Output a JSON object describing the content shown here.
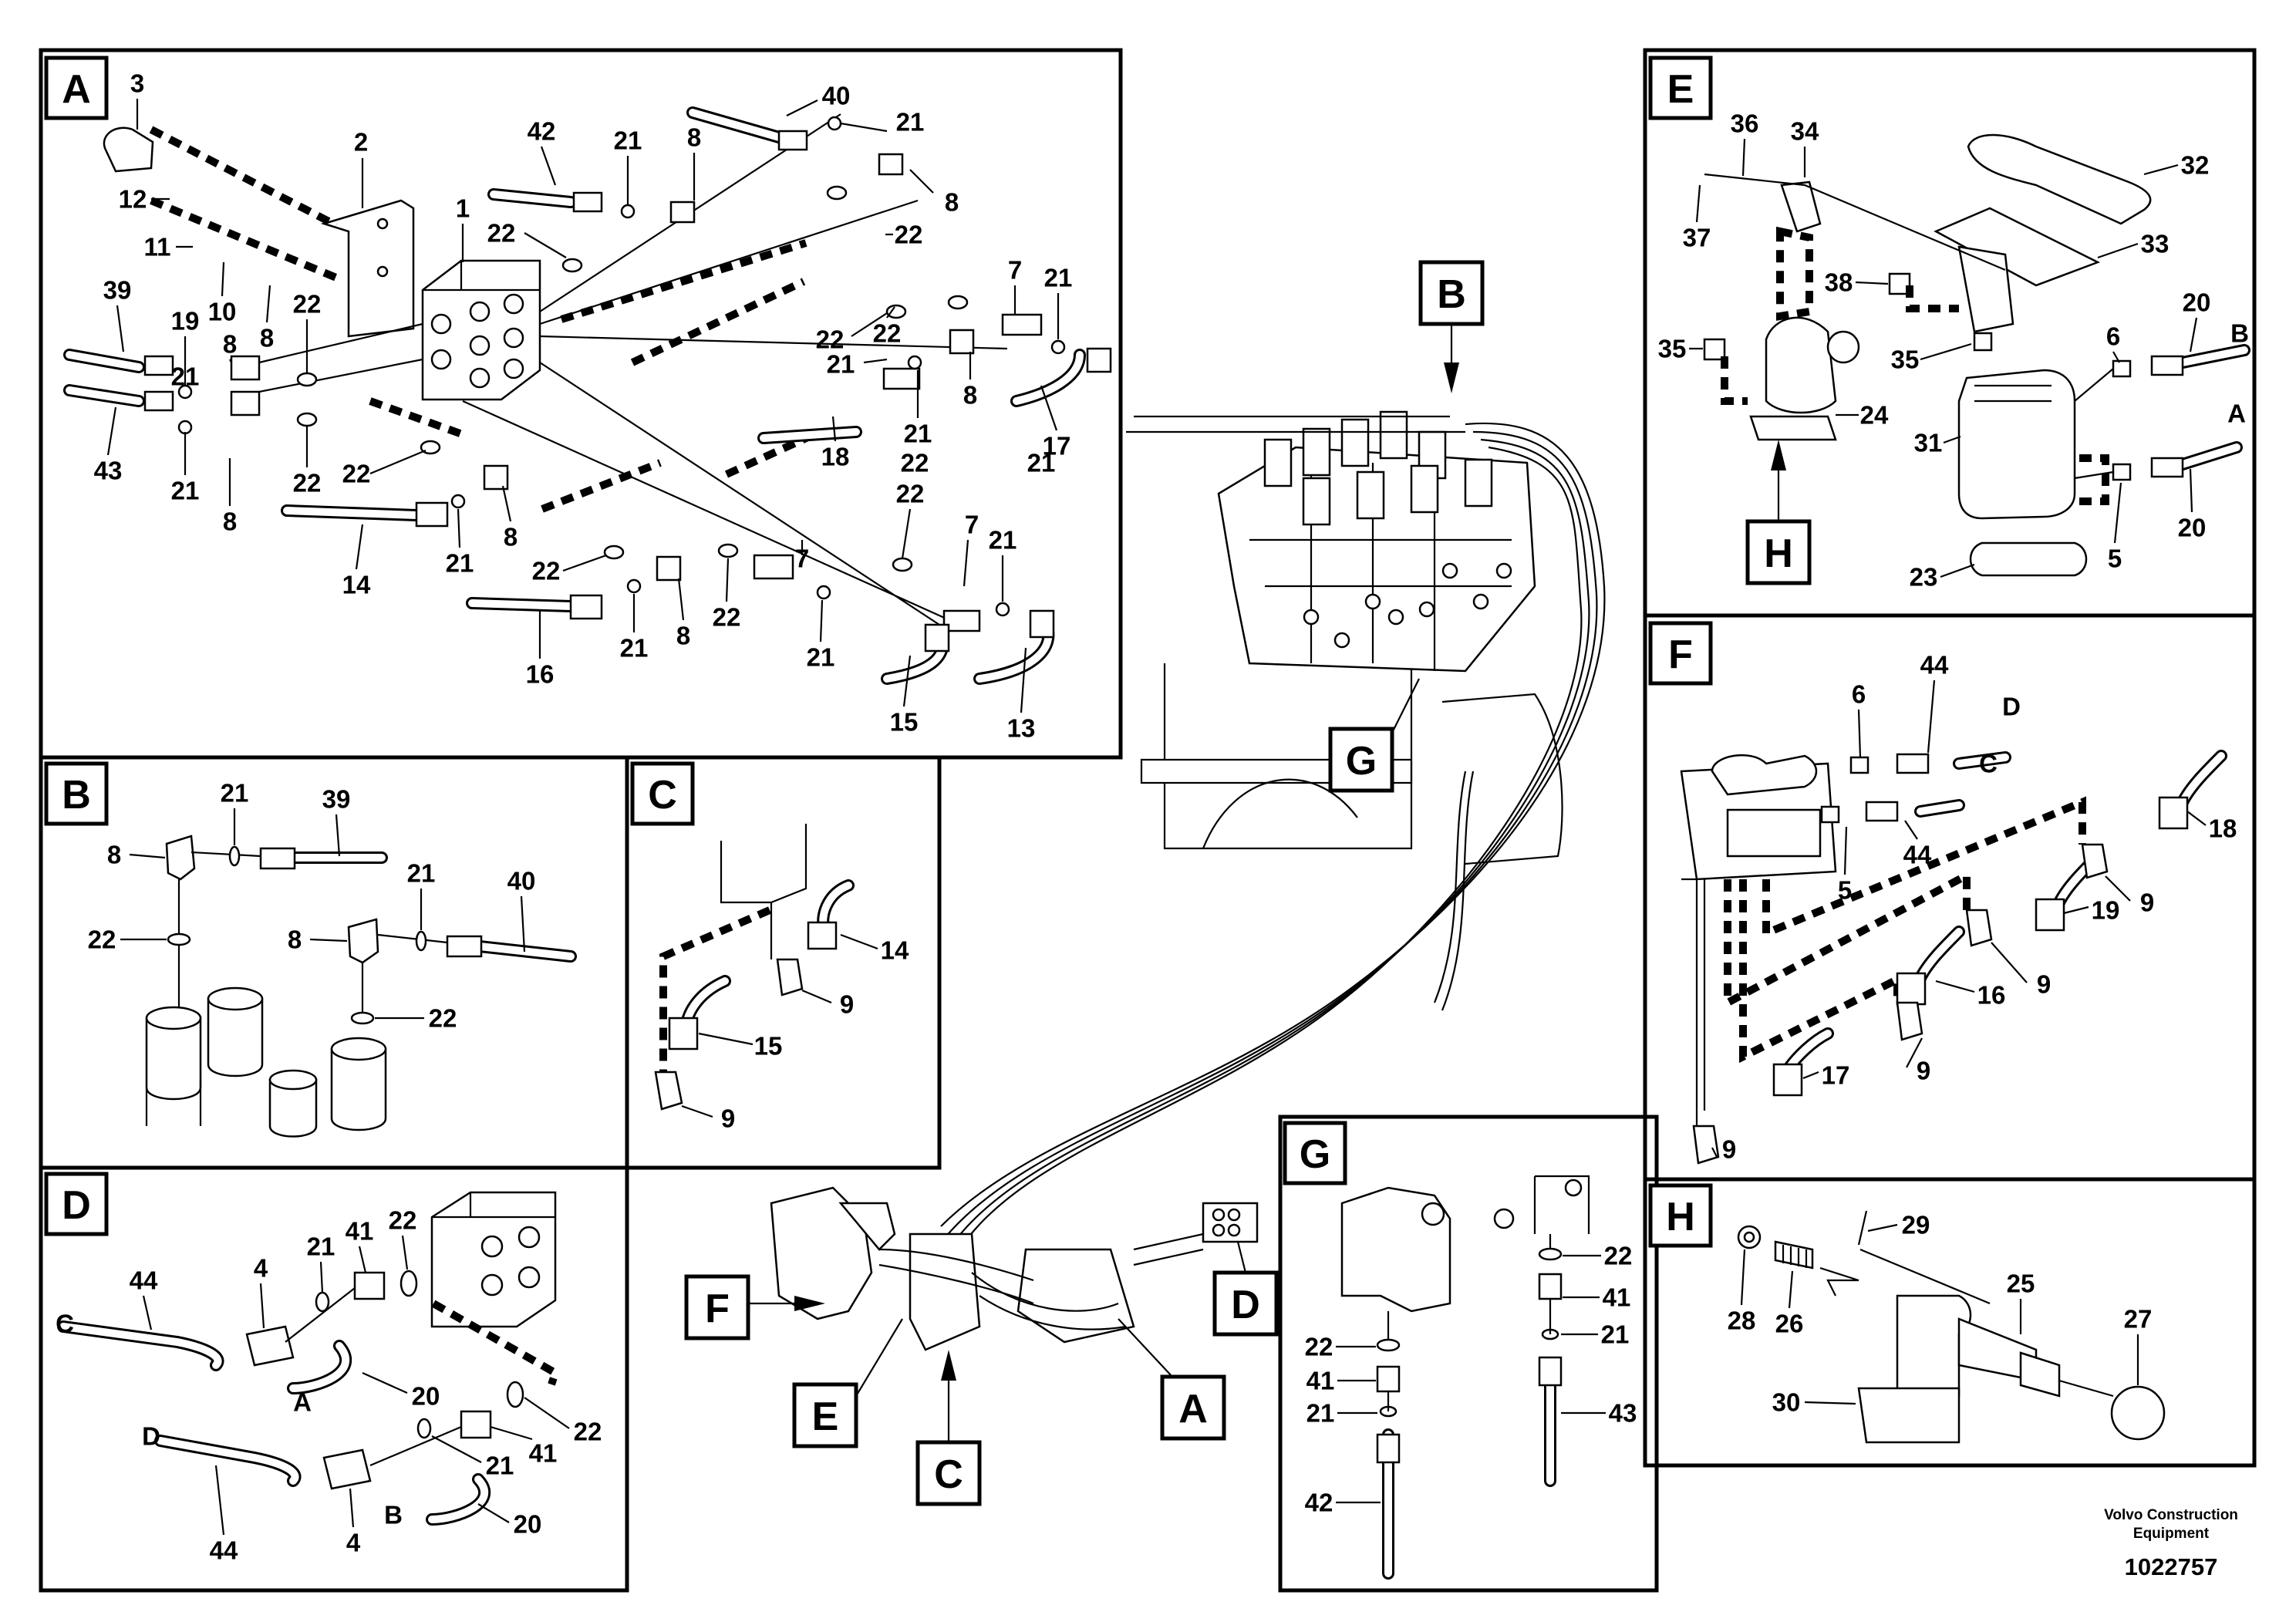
{
  "sections": {
    "A": "A",
    "B": "B",
    "C": "C",
    "D": "D",
    "E": "E",
    "F": "F",
    "G": "G",
    "H": "H"
  },
  "overview_callouts": {
    "A": "A",
    "B": "B",
    "C": "C",
    "D": "D",
    "E": "E",
    "F": "F",
    "G": "G",
    "H": "H"
  },
  "labels": {
    "A": [
      "1",
      "2",
      "3",
      "7",
      "7",
      "7",
      "8",
      "8",
      "8",
      "8",
      "8",
      "8",
      "8",
      "8",
      "10",
      "11",
      "12",
      "13",
      "14",
      "15",
      "16",
      "17",
      "18",
      "19",
      "21",
      "21",
      "21",
      "21",
      "21",
      "21",
      "21",
      "21",
      "21",
      "21",
      "21",
      "21",
      "22",
      "22",
      "22",
      "22",
      "22",
      "22",
      "22",
      "22",
      "22",
      "22",
      "22",
      "39",
      "40",
      "42",
      "43"
    ],
    "B": [
      "8",
      "8",
      "21",
      "21",
      "22",
      "22",
      "39",
      "40"
    ],
    "C": [
      "9",
      "9",
      "14",
      "15"
    ],
    "D": [
      "4",
      "4",
      "20",
      "20",
      "21",
      "21",
      "22",
      "22",
      "41",
      "41",
      "44",
      "44",
      "C",
      "D",
      "A",
      "B"
    ],
    "E": [
      "5",
      "6",
      "20",
      "20",
      "23",
      "24",
      "31",
      "32",
      "33",
      "34",
      "35",
      "35",
      "36",
      "37",
      "38",
      "A",
      "B"
    ],
    "F": [
      "5",
      "6",
      "9",
      "9",
      "9",
      "9",
      "16",
      "17",
      "18",
      "19",
      "44",
      "44",
      "C",
      "D"
    ],
    "G": [
      "21",
      "21",
      "22",
      "22",
      "41",
      "41",
      "42",
      "43"
    ],
    "H": [
      "25",
      "26",
      "27",
      "28",
      "29",
      "30"
    ]
  },
  "footer": {
    "credit_line1": "Volvo Construction",
    "credit_line2": "Equipment",
    "doc_number": "1022757"
  }
}
